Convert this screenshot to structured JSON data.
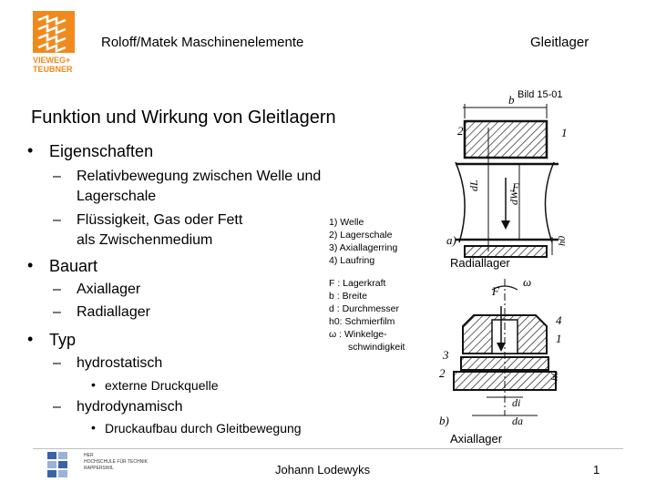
{
  "header": {
    "left": "Roloff/Matek Maschinenelemente",
    "right": "Gleitlager",
    "logo_text_1": "VIEWEG+",
    "logo_text_2": "TEUBNER"
  },
  "figure_ref": "Bild 15-01",
  "title": "Funktion und Wirkung von Gleitlagern",
  "bullets": {
    "eigenschaften": "Eigenschaften",
    "e1_line1": "Relativbewegung zwischen Welle und",
    "e1_line2": "Lagerschale",
    "e2_line1": "Flüssigkeit, Gas oder Fett",
    "e2_line2": "als Zwischenmedium",
    "bauart": "Bauart",
    "b1": "Axiallager",
    "b2": "Radiallager",
    "typ": "Typ",
    "t1": "hydrostatisch",
    "t1a": "externe Druckquelle",
    "t2": "hydrodynamisch",
    "t2a": "Druckaufbau durch Gleitbewegung"
  },
  "legend_parts": [
    "1) Welle",
    "2) Lagerschale",
    "3) Axiallagerring",
    "4) Laufring"
  ],
  "legend_symbols": [
    "F : Lagerkraft",
    "b : Breite",
    "d : Durchmesser",
    "h0: Schmierfilm",
    "ω : Winkelge-",
    "schwindigkeit"
  ],
  "captions": {
    "radial": "Radiallager",
    "axial": "Axiallager"
  },
  "drawing_labels": {
    "b": "b",
    "n1": "1",
    "n2": "2",
    "n3": "3",
    "n4": "4",
    "F": "F",
    "dL": "dL",
    "dW": "dW",
    "h0": "h0",
    "a": "a)",
    "bb": "b)",
    "omega": "ω",
    "di": "di",
    "da": "da"
  },
  "footer": {
    "author": "Johann Lodewyks",
    "page": "1",
    "school_1": "HER",
    "school_2": "HOCHSCHULE FÜR TECHNIK",
    "school_3": "RAPPERSWIL"
  },
  "colors": {
    "logo": "#f08a1c",
    "school_logo": "#3a63a8"
  }
}
